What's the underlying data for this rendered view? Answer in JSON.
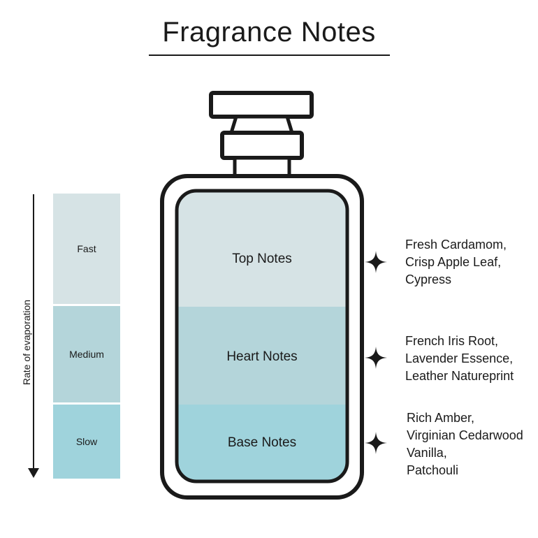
{
  "title": "Fragrance Notes",
  "axis": {
    "label": "Rate of evaporation"
  },
  "scale": [
    {
      "label": "Fast"
    },
    {
      "label": "Medium"
    },
    {
      "label": "Slow"
    }
  ],
  "zones": [
    {
      "label": "Top Notes",
      "notes": [
        "Fresh Cardamom,",
        "Crisp Apple Leaf,",
        "Cypress"
      ]
    },
    {
      "label": "Heart Notes",
      "notes": [
        "French Iris Root,",
        "Lavender Essence,",
        "Leather Natureprint"
      ]
    },
    {
      "label": "Base Notes",
      "notes": [
        "Rich Amber,",
        "Virginian Cedarwood",
        "Vanilla,",
        "Patchouli"
      ]
    }
  ],
  "colors": {
    "ink": "#1a1a1a",
    "top": "#d6e3e5",
    "heart": "#b4d5da",
    "base": "#9fd3dc"
  },
  "icons": {
    "marker": "four-point-star-icon",
    "direction": "arrow-down-icon"
  }
}
